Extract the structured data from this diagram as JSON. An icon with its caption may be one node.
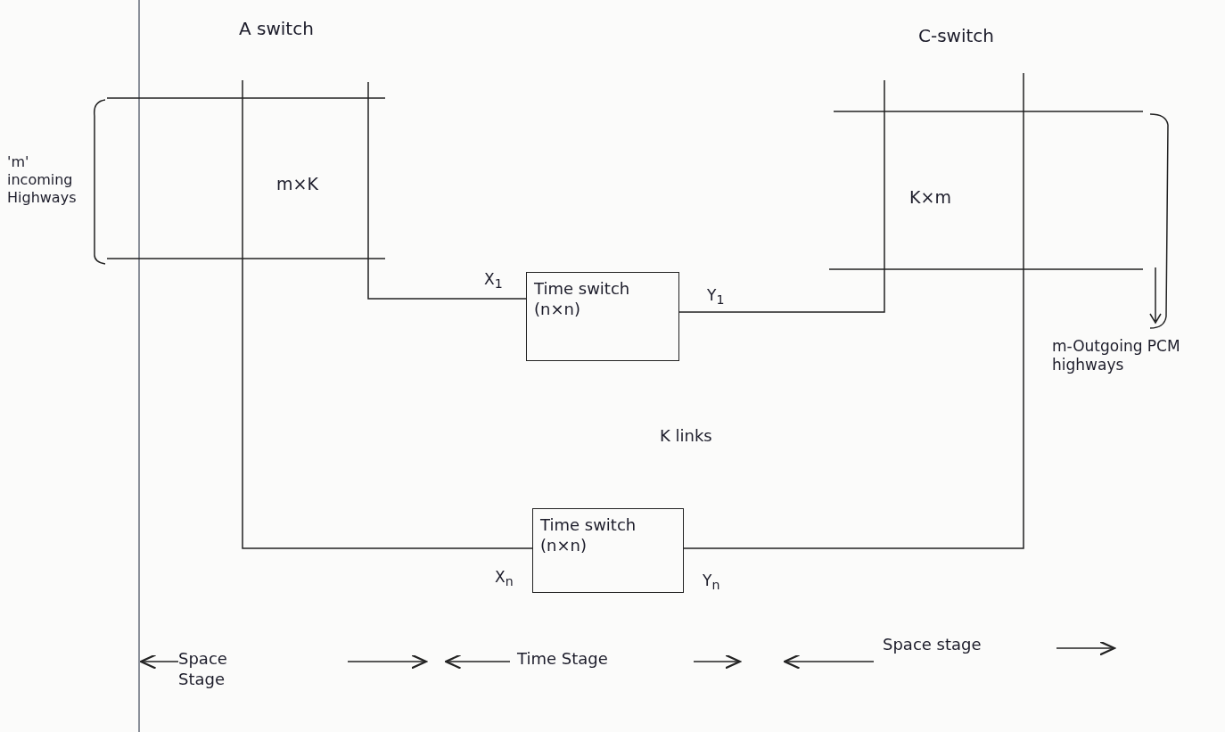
{
  "diagram": {
    "nodes": [
      {
        "text": [
          "A switch",
          "m×K"
        ]
      },
      {
        "text": [
          "C-switch",
          "K×m"
        ]
      },
      {
        "text": [
          "Time switch (n×n)"
        ]
      },
      {
        "text": [
          "Time switch (n×n)"
        ]
      }
    ],
    "edges": [
      {
        "from": 0,
        "to": 2,
        "arrow": "none",
        "label": "X$_{1}$"
      },
      {
        "from": 2,
        "to": 1,
        "arrow": "none",
        "label": "Y$_{1}$"
      },
      {
        "from": 0,
        "to": 3,
        "arrow": "none",
        "label": "X$_{n}$"
      },
      {
        "from": 3,
        "to": 1,
        "arrow": "none",
        "label": "Y$_{n}$"
      }
    ],
    "labels": [
      "'m' incoming Highways",
      "m-Outgoing PCM highways",
      "K links",
      "Space Stage",
      "Time Stage",
      "Space stage"
    ]
  }
}
